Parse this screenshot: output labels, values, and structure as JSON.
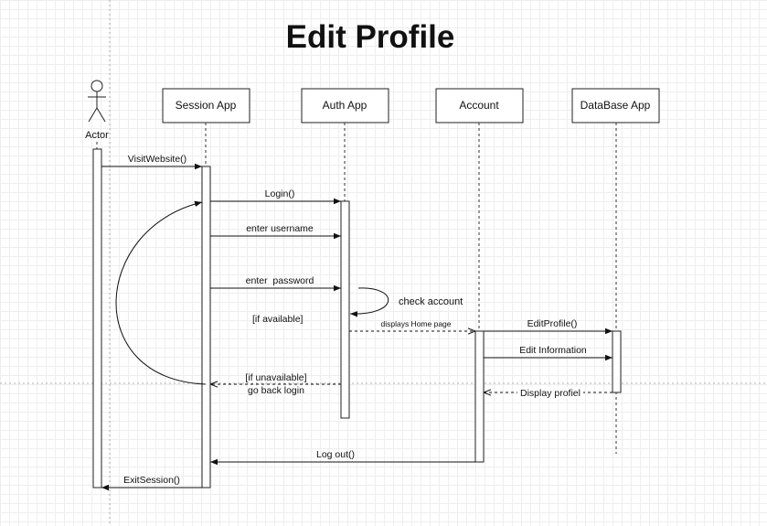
{
  "title": "Edit Profile",
  "actor": {
    "label": "Actor"
  },
  "participants": [
    "Session App",
    "Auth App",
    "Account",
    "DataBase App"
  ],
  "messages": {
    "visit_website": "VisitWebsite()",
    "login": "Login()",
    "enter_username": "enter username",
    "enter_password": "enter  password",
    "check_account": "check account",
    "if_available": "[if available]",
    "displays_home": "displays Home page",
    "edit_profile": "EditProfile()",
    "edit_information": "Edit Information",
    "if_unavailable": "[if unavailable]",
    "go_back_login": "go back login",
    "display_profile": "Display profiel",
    "log_out": "Log out()",
    "exit_session": "ExitSession()"
  }
}
